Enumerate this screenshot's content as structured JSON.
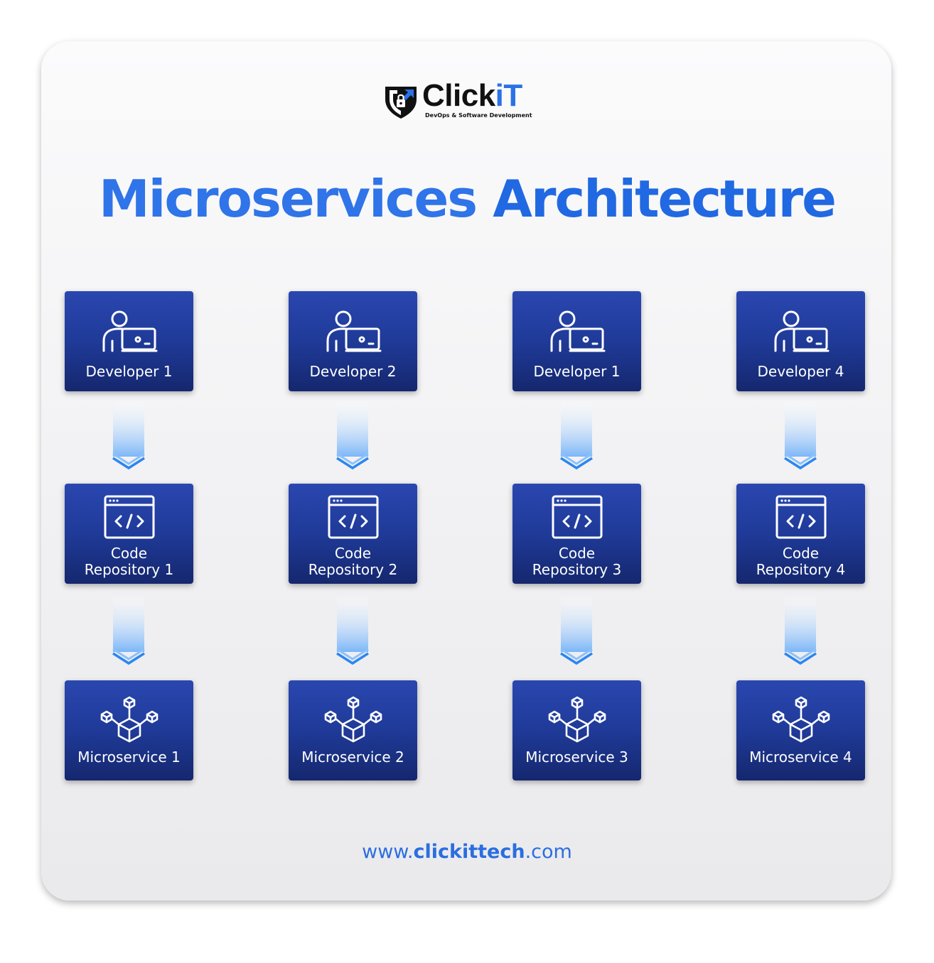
{
  "logo": {
    "word_main": "Click",
    "word_accent": "iT",
    "tagline": "DevOps & Software Development"
  },
  "title": {
    "part1": "Microservices",
    "part2": "Architecture"
  },
  "columns": [
    {
      "developer": "Developer 1",
      "repo_line1": "Code",
      "repo_line2": "Repository 1",
      "service": "Microservice 1"
    },
    {
      "developer": "Developer 2",
      "repo_line1": "Code",
      "repo_line2": "Repository 2",
      "service": "Microservice 2"
    },
    {
      "developer": "Developer 1",
      "repo_line1": "Code",
      "repo_line2": "Repository 3",
      "service": "Microservice 3"
    },
    {
      "developer": "Developer 4",
      "repo_line1": "Code",
      "repo_line2": "Repository 4",
      "service": "Microservice 4"
    }
  ],
  "footer": {
    "prefix": "www.",
    "domain": "clickittech",
    "suffix": ".com"
  },
  "colors": {
    "title_blue": "#2f74e8",
    "box_top": "#2a47b0",
    "box_bottom": "#15276e",
    "arrow_chevron": "#2d86f0",
    "footer_blue": "#2b6ee0"
  },
  "icons": {
    "developer": "developer-laptop-icon",
    "repository": "code-window-icon",
    "microservice": "cubes-network-icon",
    "arrow": "down-arrow-icon",
    "logo": "shield-lock-icon"
  }
}
